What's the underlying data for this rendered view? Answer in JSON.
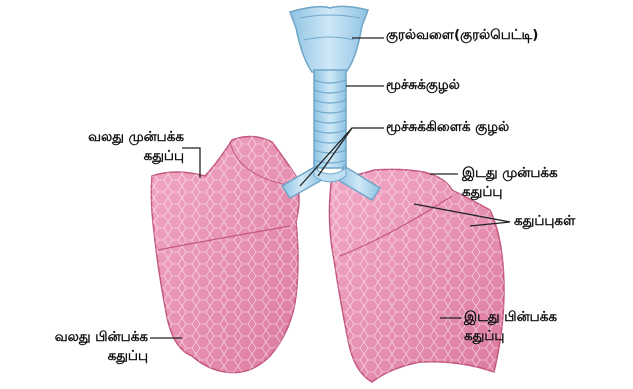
{
  "labels": {
    "larynx": "குரல்வளை(குரல்பெட்டி)",
    "trachea": "மூச்சுக்குழல்",
    "bronchi": "மூச்சுக்கிளைக் குழல்",
    "right_upper_lobe": [
      "வலது முன்பக்க",
      "கதுப்பு"
    ],
    "left_upper_lobe": [
      "இடது முன்பக்க",
      "கதுப்பு"
    ],
    "lobes": "கதுப்புகள்",
    "right_lower_lobe": [
      "வலது பின்பக்க",
      "கதுப்பு"
    ],
    "left_lower_lobe": [
      "இடது பின்பக்க",
      "கதுப்பு"
    ]
  },
  "colors": {
    "lung_fill": "#e98fb1",
    "lung_stroke": "#c4577f",
    "airway_fill": "#a9d3ec",
    "airway_stroke": "#6fa5c8",
    "leader": "#222222"
  }
}
